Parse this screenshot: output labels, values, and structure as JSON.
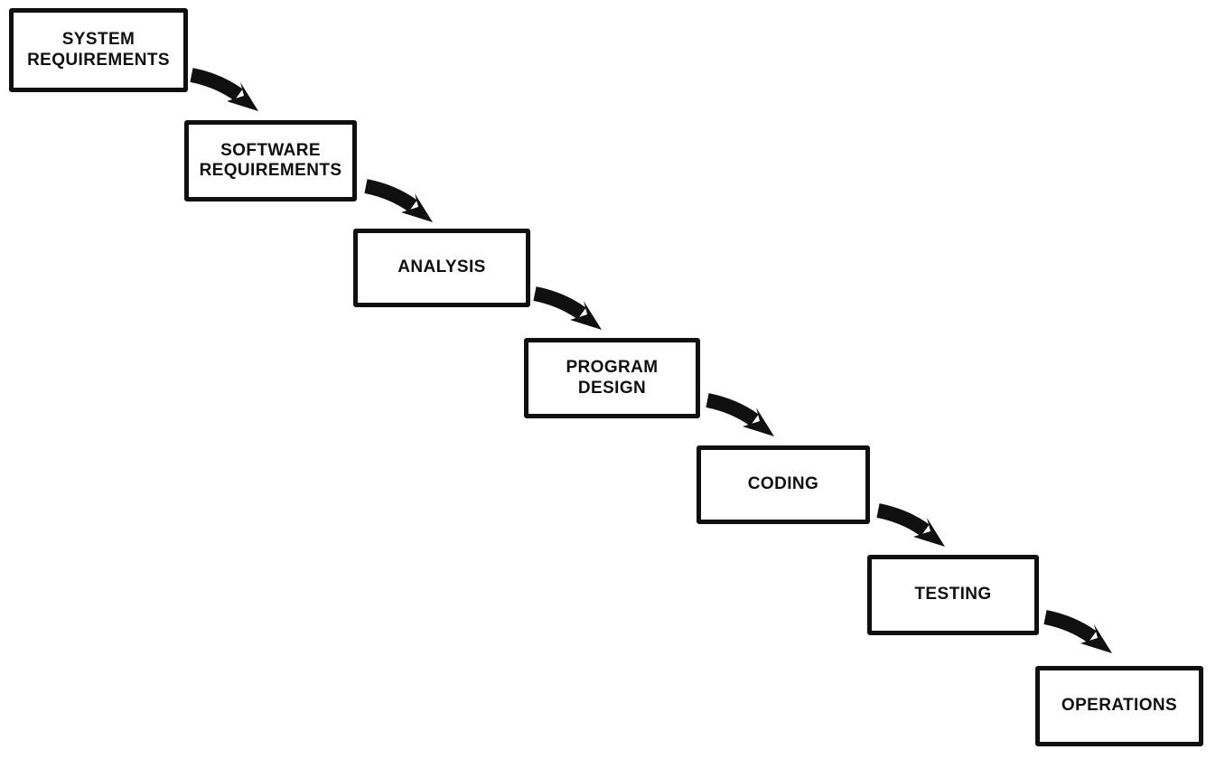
{
  "diagram": {
    "kind": "waterfall-process-flow",
    "background_color": "#ffffff",
    "ink_color": "#101010",
    "stages": [
      {
        "id": "system-requirements",
        "label": "SYSTEM\nREQUIREMENTS"
      },
      {
        "id": "software-requirements",
        "label": "SOFTWARE\nREQUIREMENTS"
      },
      {
        "id": "analysis",
        "label": "ANALYSIS"
      },
      {
        "id": "program-design",
        "label": "PROGRAM\nDESIGN"
      },
      {
        "id": "coding",
        "label": "CODING"
      },
      {
        "id": "testing",
        "label": "TESTING"
      },
      {
        "id": "operations",
        "label": "OPERATIONS"
      }
    ],
    "connections": [
      {
        "from": "SYSTEM REQUIREMENTS",
        "to": "SOFTWARE REQUIREMENTS"
      },
      {
        "from": "SOFTWARE REQUIREMENTS",
        "to": "ANALYSIS"
      },
      {
        "from": "ANALYSIS",
        "to": "PROGRAM DESIGN"
      },
      {
        "from": "PROGRAM DESIGN",
        "to": "CODING"
      },
      {
        "from": "CODING",
        "to": "TESTING"
      },
      {
        "from": "TESTING",
        "to": "OPERATIONS"
      }
    ]
  }
}
